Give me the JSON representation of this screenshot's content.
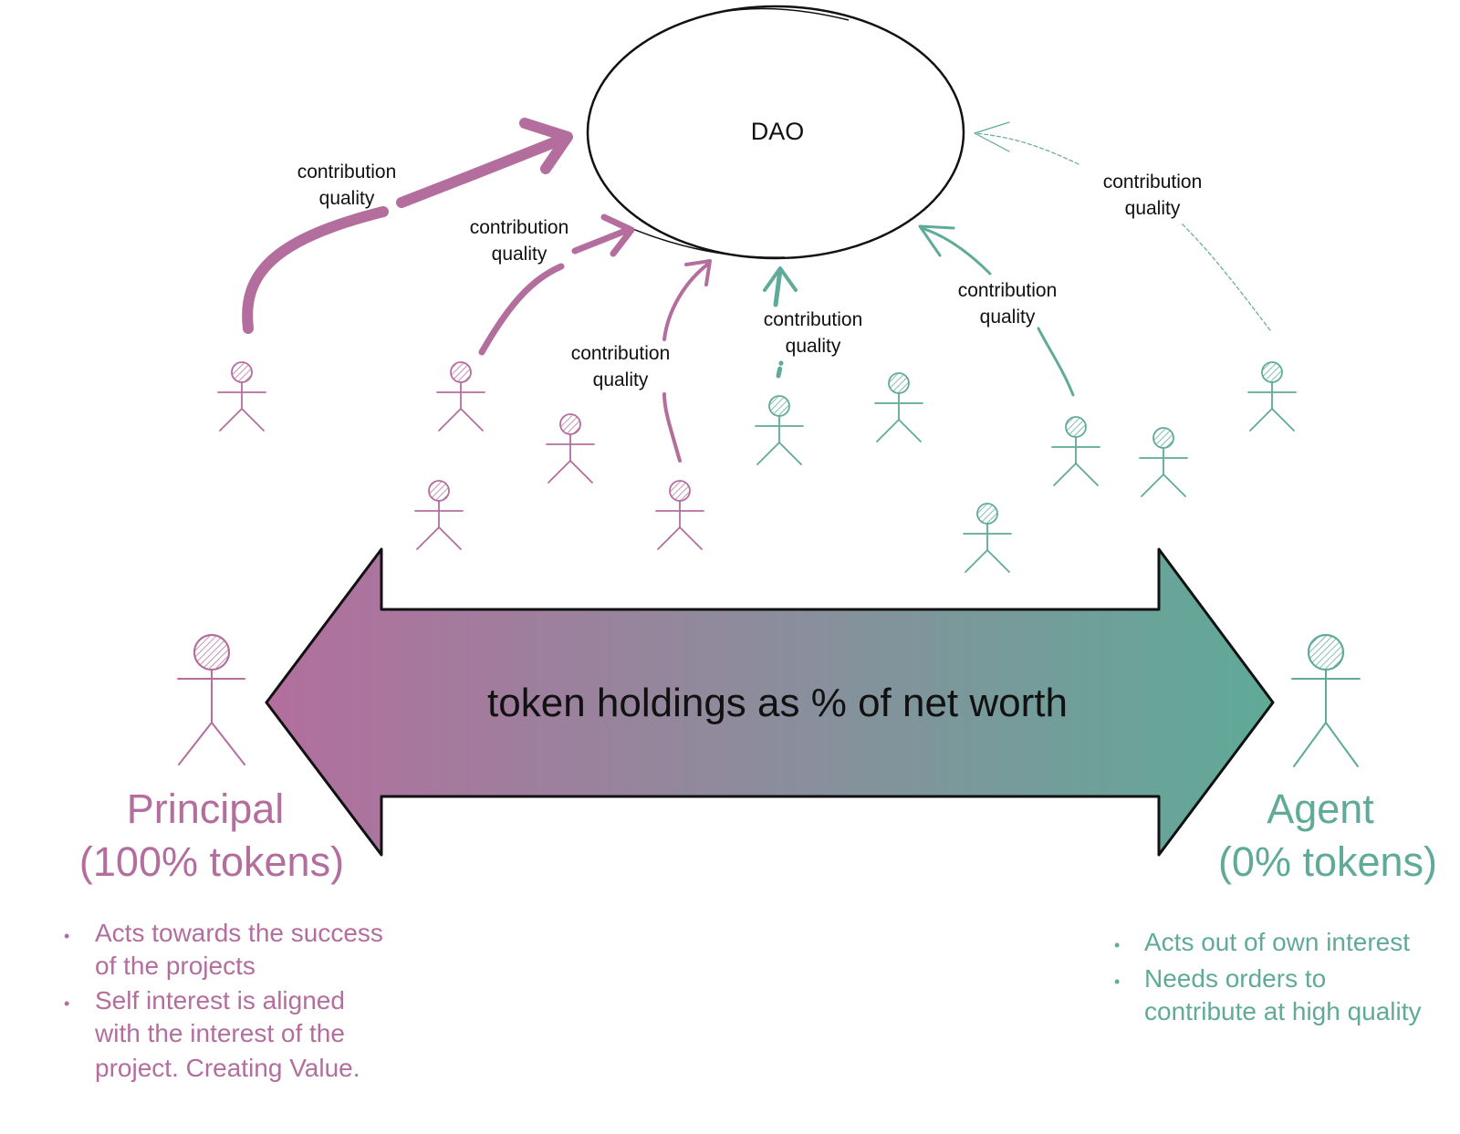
{
  "dao_label": "DAO",
  "spectrum_label": "token holdings as % of net worth",
  "edge_label_line1": "contribution",
  "edge_label_line2": "quality",
  "principal": {
    "title": "Principal",
    "subtitle": "(100% tokens)",
    "bullets": [
      [
        "Acts towards the success",
        "of the projects"
      ],
      [
        "Self interest is aligned",
        "with the interest of the",
        "project. Creating Value."
      ]
    ]
  },
  "agent": {
    "title": "Agent",
    "subtitle": "(0% tokens)",
    "bullets": [
      [
        "Acts out of own interest"
      ],
      [
        "Needs orders to",
        "contribute at high quality"
      ]
    ]
  },
  "colors": {
    "principal": "#b36e9e",
    "agent": "#5faa98",
    "outline": "#111111"
  }
}
